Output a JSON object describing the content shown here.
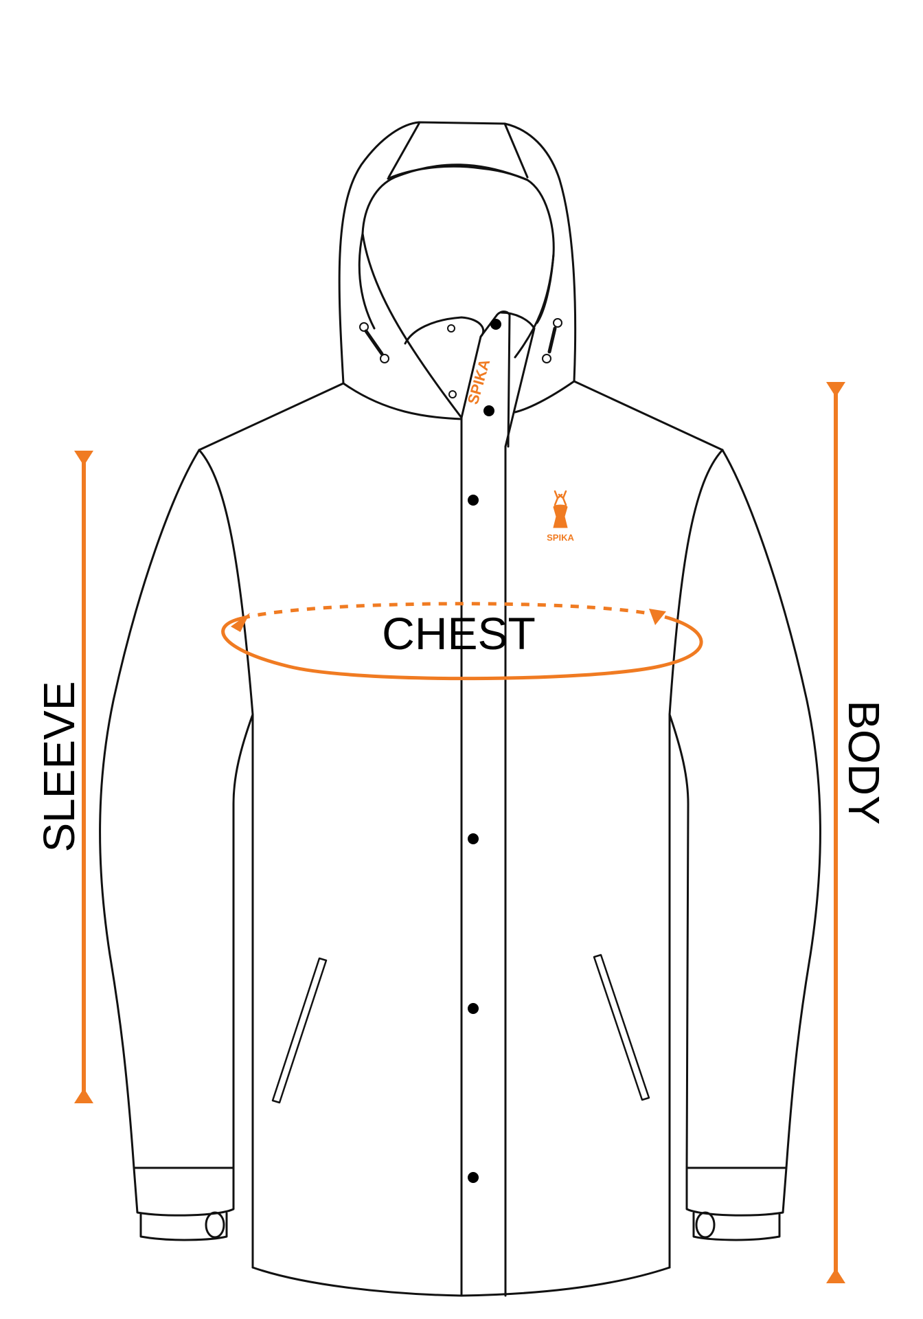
{
  "labels": {
    "chest": "CHEST",
    "sleeve": "SLEEVE",
    "body": "BODY"
  },
  "brand": {
    "collar_logo": "SPIKA",
    "chest_logo": "SPIKA"
  },
  "colors": {
    "accent": "#F07B22",
    "line": "#111111",
    "background": "#FFFFFF"
  },
  "icons": {
    "chest_logo_mark": "stag-head-icon"
  }
}
